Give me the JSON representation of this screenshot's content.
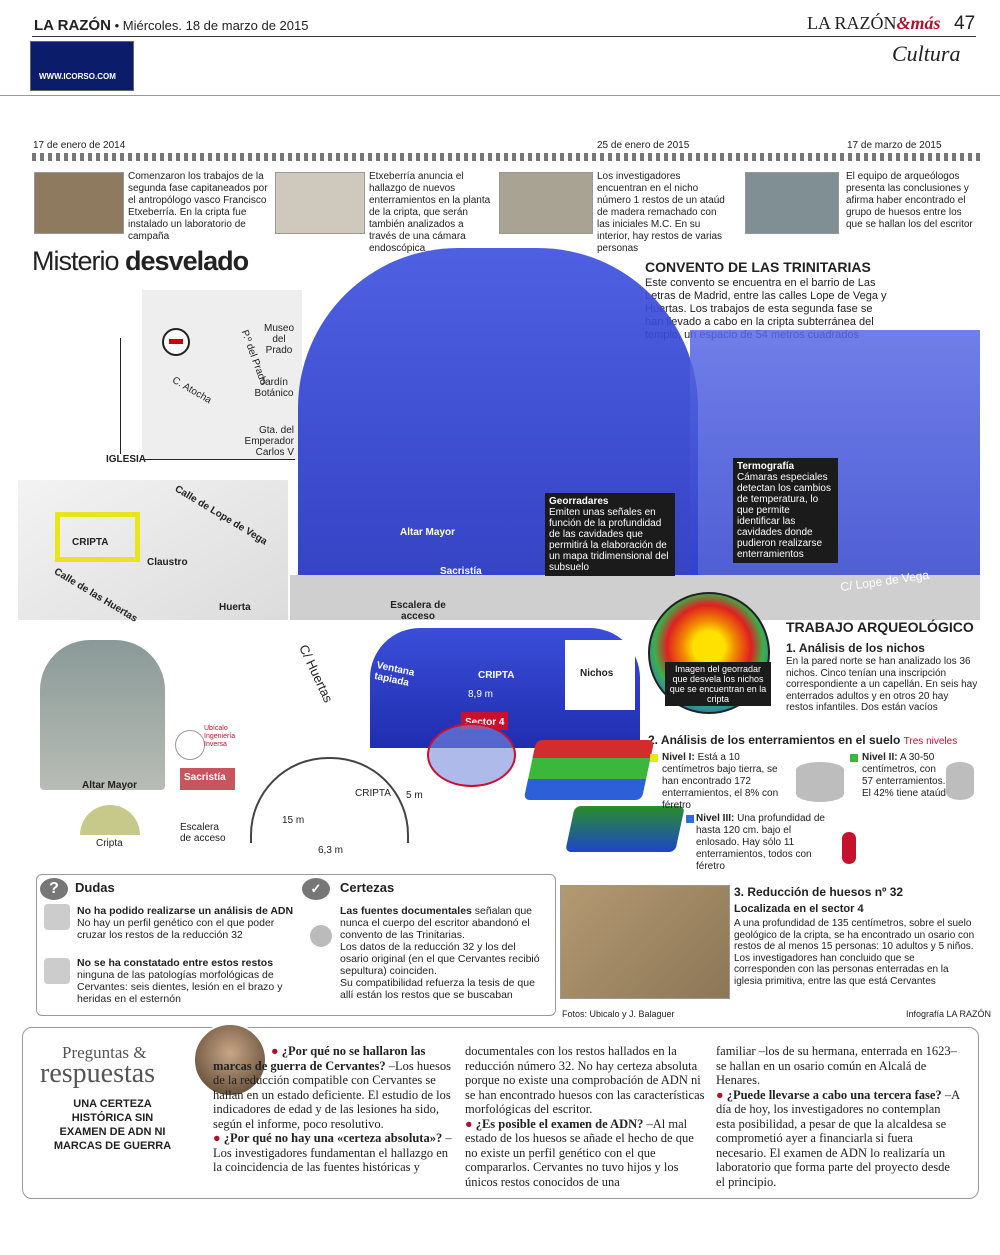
{
  "header": {
    "paper": "LA RAZÓN",
    "sep": "•",
    "date": "Miércoles. 18 de marzo de 2015",
    "brand": "LA RAZÓN",
    "brand2": "&más",
    "page": "47",
    "section": "Cultura",
    "watermark": "WWW.ICORSO.COM"
  },
  "timeline": [
    {
      "date": "17 de enero de 2014",
      "text": "Comenzaron los trabajos de la segunda fase capitaneados por el antropólogo vasco Francisco Etxeberría. En la cripta fue instalado un laboratorio de campaña"
    },
    {
      "date": "",
      "text": "Etxeberría anuncia el hallazgo de nuevos enterramientos en la planta de la cripta, que serán también analizados a través de una cámara endoscópica"
    },
    {
      "date": "25 de enero de 2015",
      "text": "Los investigadores encuentran en el nicho número 1 restos de un ataúd de madera remachado con las iniciales M.C. En su interior, hay restos de varias personas"
    },
    {
      "date": "17 de marzo de 2015",
      "text": "El equipo de arqueólogos presenta las conclusiones y afirma haber encontrado el grupo de huesos entre los que se hallan los del escritor"
    }
  ],
  "title": {
    "a": "Misterio",
    "b": "desvelado"
  },
  "convento": {
    "title": "CONVENTO DE LAS TRINITARIAS",
    "text": "Este convento se encuentra en el barrio de Las Letras de Madrid, entre las calles Lope de Vega y Huertas. Los trabajos de esta segunda fase se han llevado a cabo en la cripta subterránea del templo, un espacio de 54 metros cuadrados"
  },
  "map": {
    "museo": "Museo del Prado",
    "prado": "P.º del Prado",
    "atocha": "C. Atocha",
    "jardin": "Jardín Botánico",
    "glorieta": "Gta. del Emperador Carlos V",
    "iglesia": "IGLESIA",
    "lope": "Calle de Lope de Vega",
    "huertas": "Calle de las Huertas",
    "cripta": "CRIPTA",
    "claustro": "Claustro",
    "huerta": "Huerta",
    "chuertas": "C/ Huertas"
  },
  "georadares": {
    "title": "Georradares",
    "text": "Emiten unas señales en función de la profundidad de las cavidades que permitirá la elaboración de un mapa tridimensional del subsuelo"
  },
  "termografia": {
    "title": "Termografía",
    "text": "Cámaras especiales detectan los cambios de temperatura, lo que permite identificar las cavidades donde pudieron realizarse enterramientos"
  },
  "labels": {
    "altar": "Altar Mayor",
    "sacristia": "Sacristía",
    "escalera": "Escalera de acceso",
    "ventana": "Ventana tapiada",
    "cripta": "CRIPTA",
    "nichos": "Nichos",
    "m89": "8,9 m",
    "sector4": "Sector 4",
    "clope": "C/ Lope de Vega",
    "georadar_img": "Imagen del georradar que desvela los nichos que se encuentran en la cripta",
    "cripta2": "CRIPTA",
    "m5": "5 m",
    "m15": "15 m",
    "m63": "6,3 m",
    "altar2": "Altar Mayor",
    "sacristia2": "Sacristía",
    "cripta3": "Cripta",
    "escalera2": "Escalera de acceso",
    "ubicalo": "Ubícalo Ingeniería Inversa"
  },
  "trabajo": {
    "title": "TRABAJO ARQUEOLÓGICO",
    "s1": "1. Análisis de los nichos",
    "s1t": "En la pared norte se han analizado los 36 nichos. Cinco tenían una inscripción correspondiente a un capellán. En seis hay enterrados adultos y en otros 20 hay restos infantiles. Dos están vacíos",
    "s2": "2. Análisis de los enterramientos en el suelo",
    "s2tag": "Tres niveles",
    "n1": "Nivel I:",
    "n1t": "Está a 10 centímetros bajo tierra, se han encontrado 172 enterramientos, el 8% con féretro",
    "n2": "Nivel II:",
    "n2t": "A 30-50 centímetros, con 57 enterramientos. El 42% tiene ataúd",
    "n3": "Nivel III:",
    "n3t": "Una profundidad de hasta 120 cm. bajo el enlosado. Hay sólo 11 enterramientos, todos con féretro",
    "s3": "3. Reducción de huesos nº 32",
    "s3sub": "Localizada en el sector 4",
    "s3t": "A una profundidad de 135 centímetros, sobre el suelo geológico de la cripta, se ha encontrado un osario con restos de al menos 15 personas: 10 adultos y 5 niños. Los investigadores han concluido que se corresponden con las personas enterradas en la iglesia primitiva, entre las que está Cervantes"
  },
  "dudas": {
    "title": "Dudas",
    "a": "No ha podido realizarse un análisis de ADN",
    "at": "No hay un perfil genético con el que poder cruzar los restos de la reducción 32",
    "b": "No se ha constatado entre estos restos",
    "bt": "ninguna de las patologías morfológicas de Cervantes: seis dientes, lesión en el brazo y heridas en el esternón"
  },
  "certezas": {
    "title": "Certezas",
    "t1": "Las fuentes documentales",
    "t1b": "señalan que nunca el cuerpo del escritor abandonó el convento de las Trinitarias.",
    "t2": "Los datos de la reducción 32 y los del osario original (en el que Cervantes recibió sepultura) coinciden.",
    "t3": "Su compatibilidad refuerza la tesis de que allí están los restos que se buscaban"
  },
  "credits": {
    "fotos": "Fotos: Ubicalo y J. Balaguer",
    "infografia": "Infografía LA RAZÓN"
  },
  "qa": {
    "k1": "Preguntas &",
    "k2": "respuestas",
    "sub": "UNA CERTEZA HISTÓRICA SIN EXAMEN DE ADN NI MARCAS DE GUERRA",
    "c1q": "¿Por qué no se hallaron las marcas de guerra de Cervantes?",
    "c1a": "–Los huesos de la reducción compatible con Cervantes se hallan en un estado deficiente. El estudio de los indicadores de edad y de las lesiones ha sido, según el informe, poco resolutivo.",
    "c1q2": "¿Por qué no hay una «certeza absoluta»?",
    "c1a2": "–Los investigadores fundamentan el hallazgo en la coincidencia de las fuentes históricas y",
    "c2a": "documentales con los restos hallados en la reducción número 32. No hay certeza absoluta porque no existe una comprobación de ADN ni se han encontrado huesos con las características morfológicas del escritor.",
    "c2q": "¿Es posible el examen de ADN?",
    "c2a2": "–Al mal estado de los huesos se añade el hecho de que no existe un perfil genético con el que compararlos. Cervantes no tuvo hijos y los únicos restos conocidos de una",
    "c3a": "familiar –los de su hermana, enterrada en 1623– se hallan en un osario común en Alcalá de Henares.",
    "c3q": "¿Puede llevarse a cabo una tercera fase?",
    "c3a2": "–A día de hoy, los investigadores no contemplan esta posibilidad, a pesar de que la alcaldesa se comprometió ayer a financiarla si fuera necesario. El examen de ADN lo realizaría un laboratorio que forma parte del proyecto desde el principio."
  }
}
